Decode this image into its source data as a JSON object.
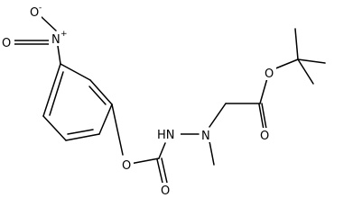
{
  "molecule": {
    "labels": {
      "nitro_o_top": "O",
      "nitro_o_top_charge": "-",
      "nitro_o_left": "O",
      "nitro_n": "N",
      "nitro_n_charge": "+",
      "ester_o": "O",
      "carbonyl_o": "O",
      "nh": "HN",
      "hydrazine_n": "N",
      "tbu_ester_o": "O",
      "tbu_carbonyl_o": "O"
    }
  }
}
